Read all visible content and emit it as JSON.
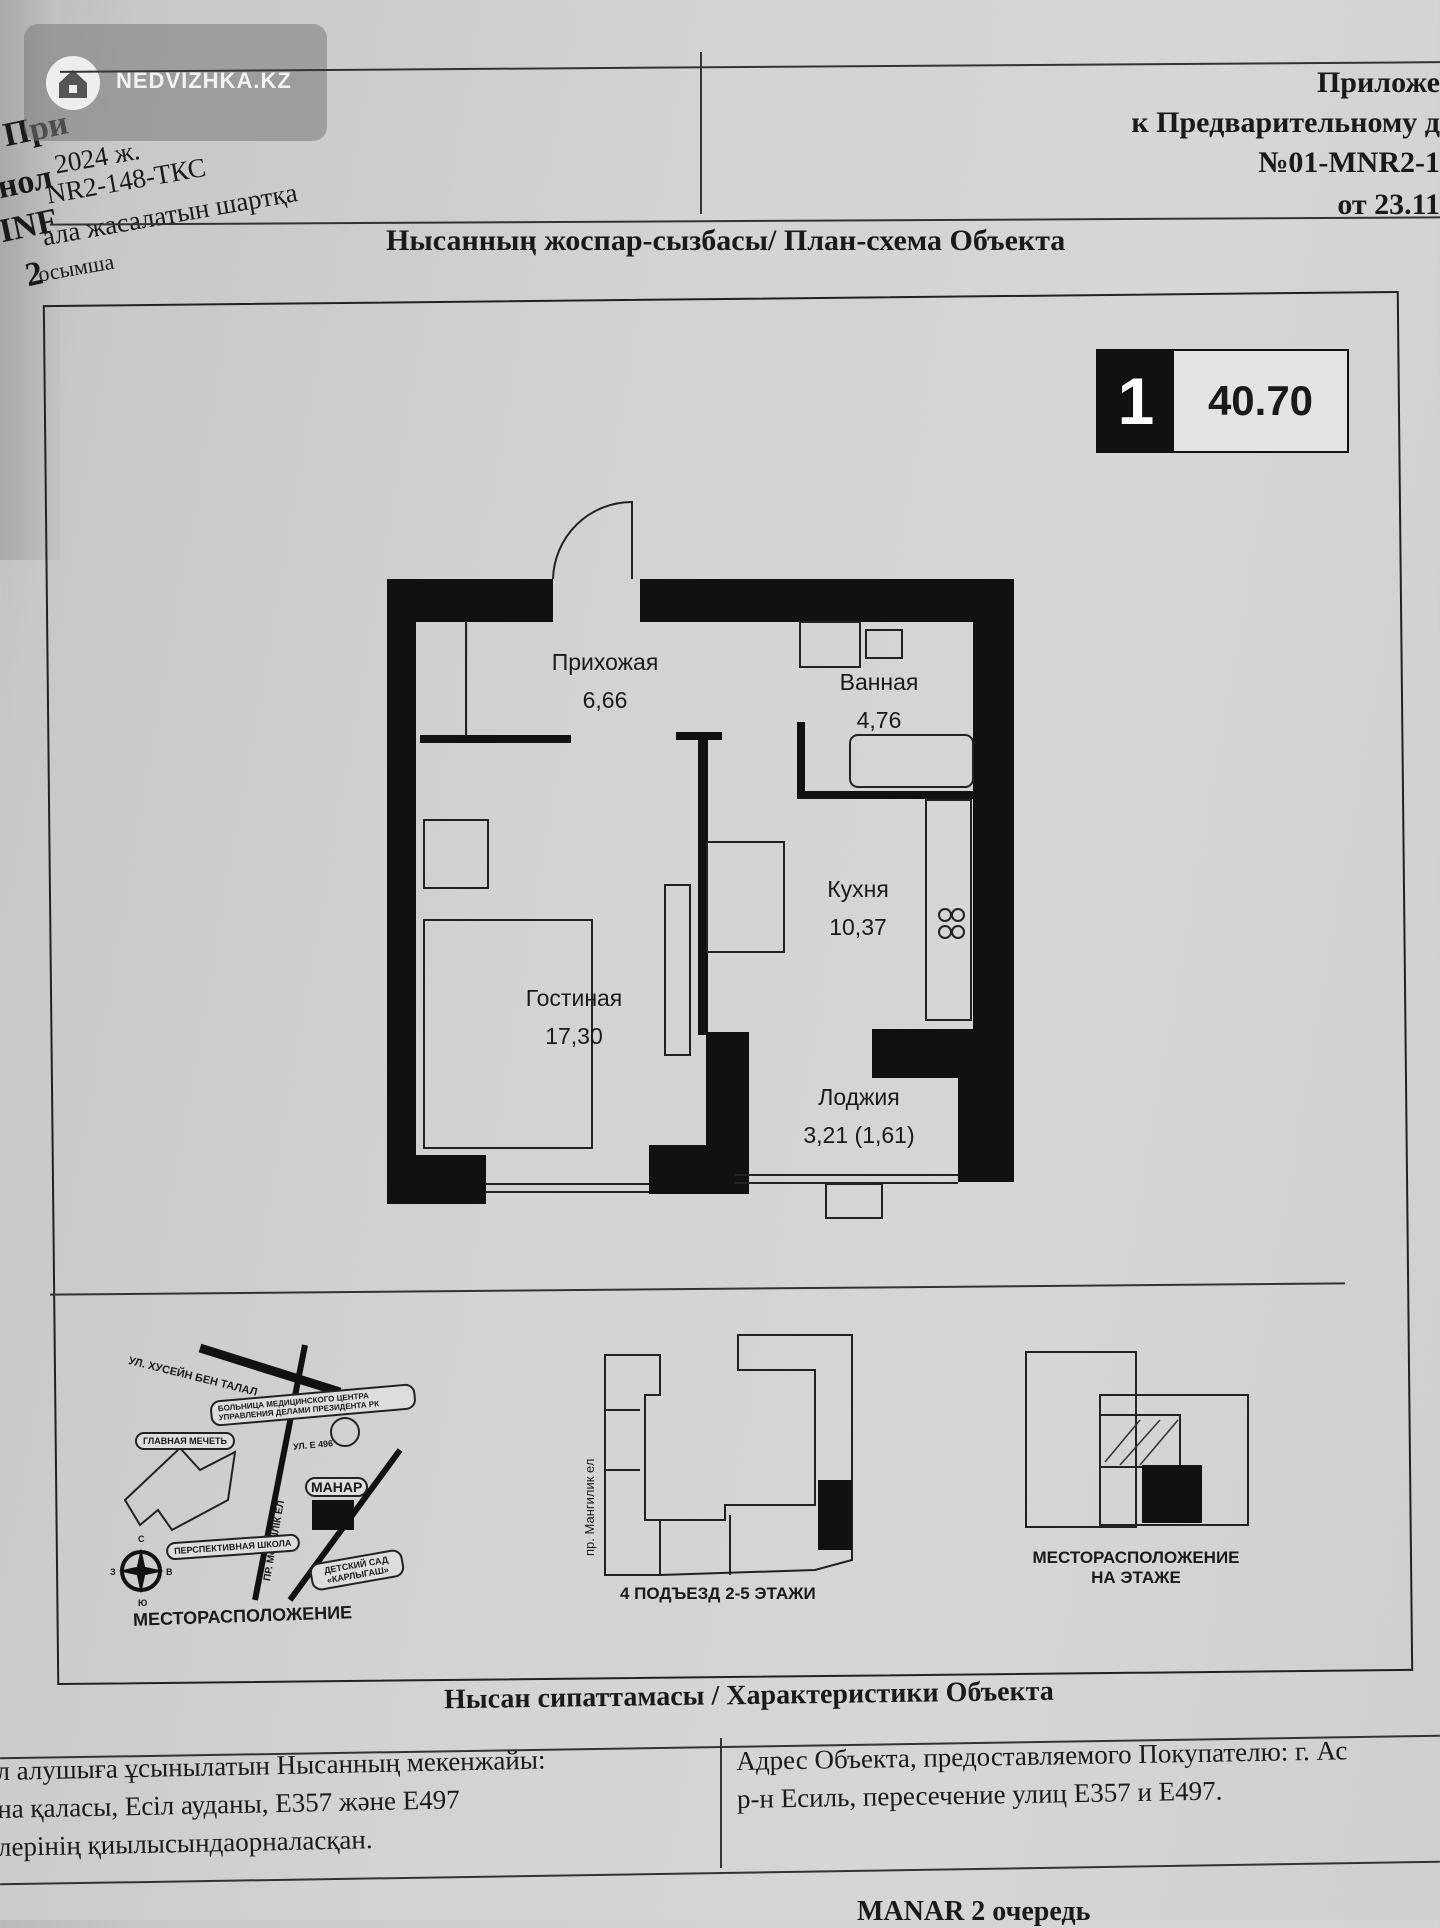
{
  "left_page": {
    "fragments": [
      "При",
      "нол",
      "INF",
      "2"
    ]
  },
  "header_left": {
    "lines": [
      "2024 ж.",
      "NR2-148-ТКС",
      "ала жасалатын шартқа",
      "осымша"
    ]
  },
  "watermark": {
    "text": "NEDVIZHKA.KZ",
    "icon": "house-icon"
  },
  "header_right": {
    "lines": [
      "Приложе",
      "к Предварительному д",
      "№01-MNR2-1",
      "от 23.11"
    ]
  },
  "plan_title": "Нысанның жоспар-сызбасы/ План-схема Объекта",
  "badge": {
    "rooms": "1",
    "area": "40.70"
  },
  "rooms": [
    {
      "name": "Прихожая",
      "area": "6,66"
    },
    {
      "name": "Ванная",
      "area": "4,76"
    },
    {
      "name": "Кухня",
      "area": "10,37"
    },
    {
      "name": "Гостиная",
      "area": "17,30"
    },
    {
      "name": "Лоджия",
      "area": "3,21   (1,61)"
    }
  ],
  "location_map": {
    "street1": "УЛ. ХУСЕЙН БЕН ТАЛАЛ",
    "hospital": "БОЛЬНИЦА МЕДИЦИНСКОГО ЦЕНТРА УПРАВЛЕНИЯ ДЕЛАМИ ПРЕЗИДЕНТА РК",
    "mosque": "ГЛАВНАЯ МЕЧЕТЬ",
    "street2": "УЛ. Е 496",
    "avenue": "ПР. МӘҢГІЛІК ЕЛ",
    "complex": "МАНАР",
    "school": "ПЕРСПЕКТИВНАЯ ШКОЛА",
    "kindergarten": "ДЕТСКИЙ САД «КАРЛЫГАШ»",
    "compass": {
      "n": "С",
      "s": "Ю",
      "w": "З",
      "e": "В"
    },
    "caption": "МЕСТОРАСПОЛОЖЕНИЕ"
  },
  "building_plan": {
    "avenue": "пр. Мангилик ел",
    "caption": "4 ПОДЪЕЗД 2-5 ЭТАЖИ"
  },
  "floor_location": {
    "caption_line1": "МЕСТОРАСПОЛОЖЕНИЕ",
    "caption_line2": "НА ЭТАЖЕ"
  },
  "characteristics_title": "Нысан сипаттамасы / Характеристики Объекта",
  "address_table": {
    "kz_lines": [
      "л алушыға ұсынылатын Нысанның мекенжайы:",
      "на қаласы, Есіл ауданы, Е357 және Е497",
      "лерінің қиылысындаорналасқан."
    ],
    "ru_lines": [
      "Адрес Объекта, предоставляемого Покупателю: г. Ас",
      "р-н Есиль, пересечение улиц Е357 и Е497."
    ]
  },
  "footer_fragment": "MANAR 2 очередь"
}
